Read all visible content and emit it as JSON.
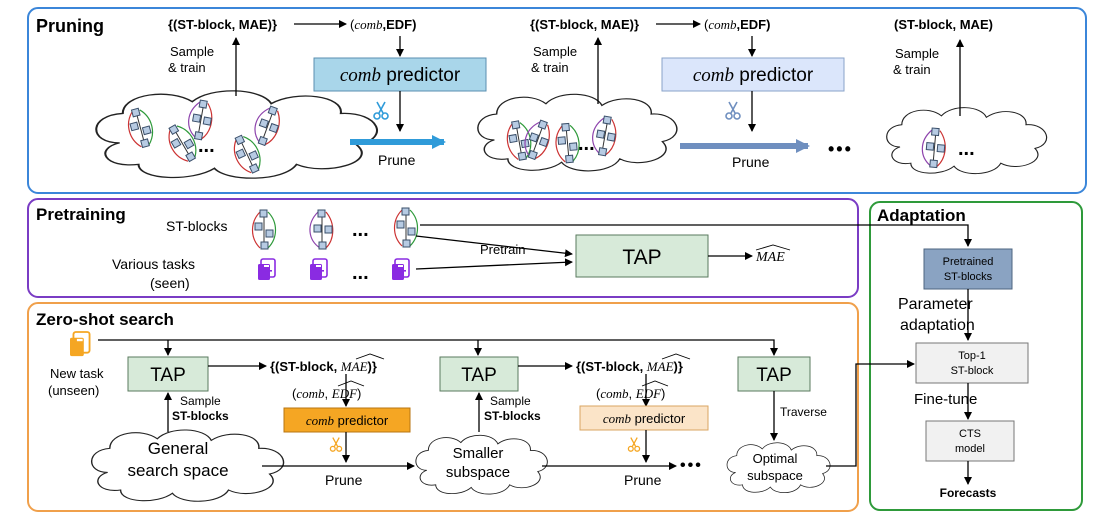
{
  "colors": {
    "pruning_border": "#3b86d9",
    "pretraining_border": "#7a3cc4",
    "zeroshot_border": "#f0a04b",
    "adaptation_border": "#2e9a3a",
    "tap_fill": "#d7ead9",
    "comb_predictor_fill_1": "#a9d6ea",
    "comb_predictor_fill_2": "#dbe6fb",
    "comb_predictor_orange": "#f5a623",
    "comb_predictor_light_orange": "#fbe4c8",
    "pretrained_block_fill": "#8aa3c2",
    "doc_purple": "#8a2be2",
    "doc_orange": "#f5a623"
  },
  "sections": {
    "pruning": "Pruning",
    "pretraining": "Pretraining",
    "zeroshot": "Zero-shot search",
    "adaptation": "Adaptation"
  },
  "pruning": {
    "set_label_1": "{(ST-block, MAE)}",
    "set_label_2": "{(ST-block, MAE)}",
    "set_label_3": "(ST-block, MAE)",
    "comb": "comb",
    "edf": ",EDF)",
    "paren_open": "(",
    "predictor_word": " predictor",
    "sample_line1": "Sample",
    "sample_line2": "& train",
    "prune": "Prune",
    "ellipsis": "...",
    "big_ellipsis": "•••"
  },
  "pretraining": {
    "st_blocks": "ST-blocks",
    "various_tasks_1": "Various tasks",
    "various_tasks_2": "(seen)",
    "pretrain": "Pretrain",
    "tap": "TAP",
    "mae_hat": "MAE",
    "ellipsis": "..."
  },
  "zeroshot": {
    "new_task_1": "New task",
    "new_task_2": "(unseen)",
    "tap": "TAP",
    "sample": "Sample",
    "st_blocks": "ST-blocks",
    "set_prefix": "{(ST-block, ",
    "mae_hat": "MAE",
    "set_suffix": ")}",
    "comb": "comb",
    "edf_hat": "EDF",
    "predictor_word": " predictor",
    "general_1": "General",
    "general_2": "search space",
    "smaller_1": "Smaller",
    "smaller_2": "subspace",
    "optimal_1": "Optimal",
    "optimal_2": "subspace",
    "prune": "Prune",
    "traverse": "Traverse",
    "ellipsis": "•••"
  },
  "adaptation": {
    "pretrained_1": "Pretrained",
    "pretrained_2": "ST-blocks",
    "param_1": "Parameter",
    "param_2": "adaptation",
    "top1_1": "Top-1",
    "top1_2": "ST-block",
    "finetune": "Fine-tune",
    "cts_1": "CTS",
    "cts_2": "model",
    "forecasts": "Forecasts"
  }
}
